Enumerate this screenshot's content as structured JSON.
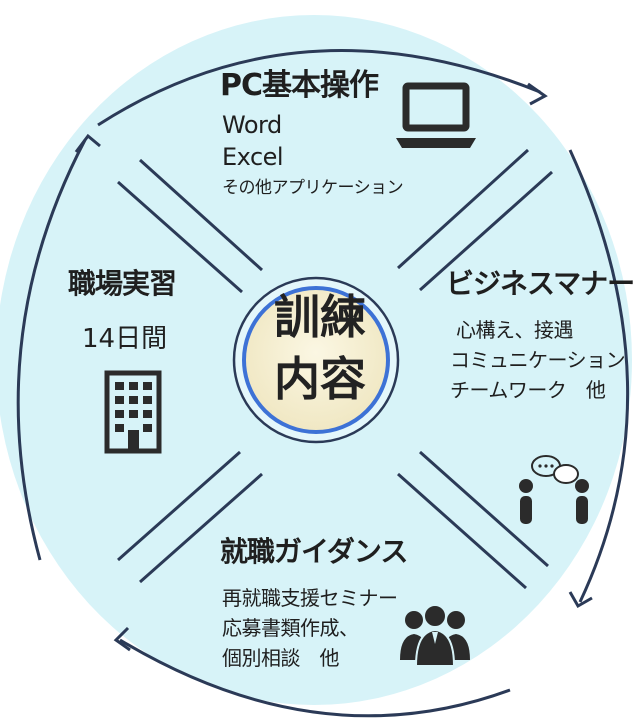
{
  "center": {
    "line1": "訓練",
    "line2": "内容"
  },
  "top": {
    "title": "PC基本操作",
    "items": [
      "Word",
      "Excel",
      "その他アプリケーション"
    ]
  },
  "left": {
    "title": "職場実習",
    "sub": "14日間"
  },
  "right": {
    "title": "ビジネスマナー",
    "items": [
      "心構え、接遇",
      "コミュニケーション",
      "チームワーク　他"
    ]
  },
  "bottom": {
    "title": "就職ガイダンス",
    "items": [
      "再就職支援セミナー",
      "応募書類作成、",
      "個別相談　他"
    ]
  },
  "colors": {
    "fill": "#d7f3f8",
    "line": "#2b3a57",
    "center_fill": "#f7f0d2",
    "center_ring": "#3d72d6"
  },
  "icons": {
    "top": "laptop-icon",
    "left": "building-icon",
    "right": "conversation-icon",
    "bottom": "group-icon"
  }
}
